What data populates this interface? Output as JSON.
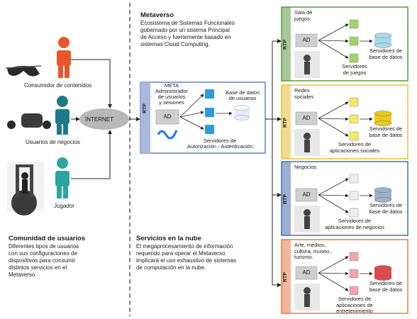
{
  "metaverso": {
    "title": "Metaverso",
    "line1": "Ecosistema de Sistemas Funcionales",
    "line2": "gobernado por un sistema Principal",
    "line3": "de Acceso y fuertemente basado en",
    "line4": "sistemas Cloud Computing."
  },
  "users": {
    "consumer_label": "Consumidor de contenidos",
    "business_label": "Usuarios de negocios",
    "gamer_label": "Jugador",
    "internet_label": "INTERNET"
  },
  "community": {
    "title": "Comunidad de usuarios",
    "line1": "Diferentes tipos de usuarios",
    "line2": "con sus configuraciones de",
    "line3": "dispositivos para consumir",
    "line4": "distintos servicios en el",
    "line5": "Metaverso."
  },
  "cloud": {
    "title": "Servicios en la nube",
    "line1": "El megaprocesamiento de información",
    "line2": "requerido para operar el Metaverso",
    "line3": "implicará el uso exhaustivo de sistemas",
    "line4": "de computación en la nube."
  },
  "meta_box": {
    "rtp": "RTP",
    "admin_line1": "META",
    "admin_line2": "Administrador",
    "admin_line3": "de usuarios",
    "admin_line4": "y sesiones",
    "ad": "AD",
    "db_line1": "Base de datos",
    "db_line2": "de usuarios",
    "servers_line1": "Servidores de",
    "servers_line2": "Autorización - Autenticación",
    "color": "#3d66b1"
  },
  "panels": [
    {
      "rtp": "RTP",
      "name_line1": "Sala de",
      "name_line2": "juegos",
      "name_line3": "",
      "name_line4": "",
      "ad": "AD",
      "servers_line1": "Servidores",
      "servers_line2": "de juegos",
      "servers_line3": "",
      "db_line1": "Servidores de",
      "db_line2": "base de datos",
      "color": "#5f9a44",
      "cube_color": "#9fd46a",
      "db_color": "#a7dbe9"
    },
    {
      "rtp": "RTP",
      "name_line1": "Redes",
      "name_line2": "sociales",
      "name_line3": "",
      "name_line4": "",
      "ad": "AD",
      "servers_line1": "Servidores de",
      "servers_line2": "aplicaciones sociales",
      "servers_line3": "",
      "db_line1": "Servidores de",
      "db_line2": "base de datos",
      "color": "#e8c03a",
      "cube_color": "#f5e96d",
      "db_color": "#e9c91b"
    },
    {
      "rtp": "RTP",
      "name_line1": "Negocios",
      "name_line2": "",
      "name_line3": "",
      "name_line4": "",
      "ad": "AD",
      "servers_line1": "Servidores de",
      "servers_line2": "aplicaciones de negocios",
      "servers_line3": "",
      "db_line1": "Servidores de",
      "db_line2": "base de datos",
      "color": "#4a6db3",
      "cube_color": "#eeeeee",
      "db_color": "#9db0c8"
    },
    {
      "rtp": "RTP",
      "name_line1": "Arte, medios,",
      "name_line2": "cultura, museo,",
      "name_line3": "turismo.",
      "name_line4": "",
      "ad": "AD",
      "servers_line1": "Servidores de",
      "servers_line2": "aplicaciones de",
      "servers_line3": "entretenimiento",
      "db_line1": "Servidores de",
      "db_line2": "base de datos",
      "color": "#e87a45",
      "cube_color": "#f4a3ad",
      "db_color": "#e34a4a"
    }
  ]
}
